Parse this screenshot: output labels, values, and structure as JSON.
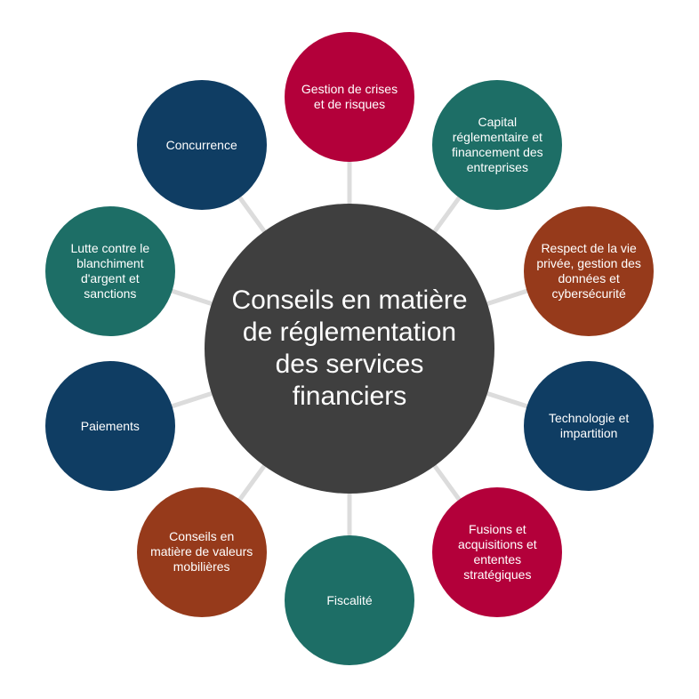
{
  "center": {
    "label": "Conseils en matière de réglementation des services financiers",
    "color": "#3f3f3f"
  },
  "nodes": [
    {
      "label": "Gestion de crises et de risques",
      "color": "#b3003a"
    },
    {
      "label": "Capital réglementaire et financement des entreprises",
      "color": "#1d6e66"
    },
    {
      "label": "Respect de la vie privée, gestion des données et cybersécurité",
      "color": "#963a1b"
    },
    {
      "label": "Technologie et impartition",
      "color": "#0f3d63"
    },
    {
      "label": "Fusions et acquisitions et ententes stratégiques",
      "color": "#b3003a"
    },
    {
      "label": "Fiscalité",
      "color": "#1d6e66"
    },
    {
      "label": "Conseils en matière de valeurs mobilières",
      "color": "#963a1b"
    },
    {
      "label": "Paiements",
      "color": "#0f3d63"
    },
    {
      "label": "Lutte contre le blanchiment d'argent et sanctions",
      "color": "#1d6e66"
    },
    {
      "label": "Concurrence",
      "color": "#0f3d63"
    }
  ],
  "connector_color": "#dcdcdc"
}
